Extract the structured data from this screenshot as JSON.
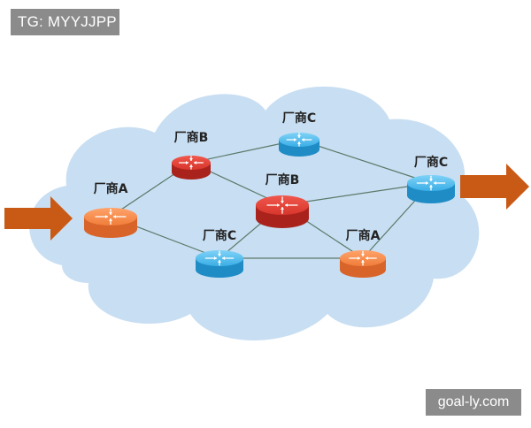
{
  "tag_text": "TG: MYYJJPP",
  "watermark_text": "goal-ly.com",
  "colors": {
    "cloud": "#c8def2",
    "orange": "#f07d3a",
    "red": "#d8362c",
    "blue": "#3aaee6",
    "arrow": "#c95a16"
  },
  "nodes": [
    {
      "id": "n1",
      "label": "厂商A",
      "color": "orange"
    },
    {
      "id": "n2",
      "label": "厂商B",
      "color": "red"
    },
    {
      "id": "n3",
      "label": "厂商C",
      "color": "blue"
    },
    {
      "id": "n4",
      "label": "厂商B",
      "color": "red"
    },
    {
      "id": "n5",
      "label": "厂商C",
      "color": "blue"
    },
    {
      "id": "n6",
      "label": "厂商A",
      "color": "orange"
    },
    {
      "id": "n7",
      "label": "厂商C",
      "color": "blue"
    }
  ],
  "edges": [
    [
      "n1",
      "n2"
    ],
    [
      "n1",
      "n5"
    ],
    [
      "n2",
      "n3"
    ],
    [
      "n2",
      "n4"
    ],
    [
      "n3",
      "n7"
    ],
    [
      "n4",
      "n7"
    ],
    [
      "n4",
      "n5"
    ],
    [
      "n5",
      "n6"
    ],
    [
      "n6",
      "n7"
    ],
    [
      "n4",
      "n6"
    ]
  ]
}
